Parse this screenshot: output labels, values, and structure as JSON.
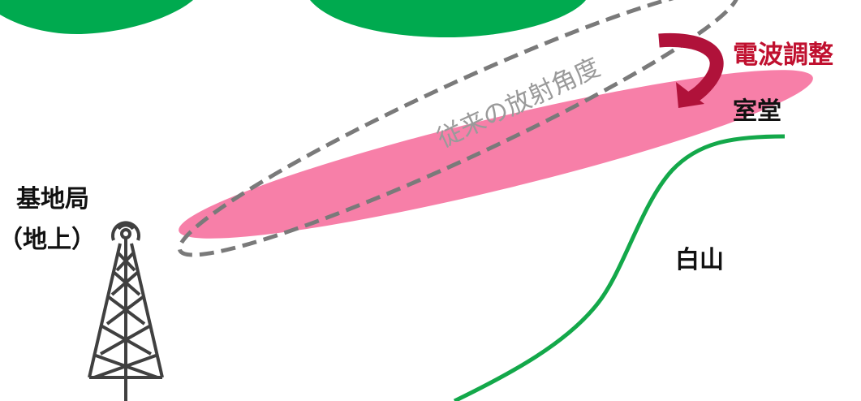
{
  "labels": {
    "base_station_line1": "基地局",
    "base_station_line2": "（地上）",
    "conventional_angle": "従来の放射角度",
    "radio_adjustment": "電波調整",
    "shrine": "室堂",
    "mountain": "白山"
  },
  "colors": {
    "top_shapes": "#00aa4f",
    "mountain_line": "#13a84a",
    "beam_fill": "#f77fa8",
    "beam_outline_dashed": "#7a7a7a",
    "arrow": "#b0123a",
    "adjustment_text": "#c0102f",
    "conventional_text": "#9a9a9a",
    "tower": "#404040"
  },
  "icons": {
    "tower": "radio-tower-icon",
    "signal": "signal-waves-icon",
    "arrow": "curved-arrow-icon"
  }
}
